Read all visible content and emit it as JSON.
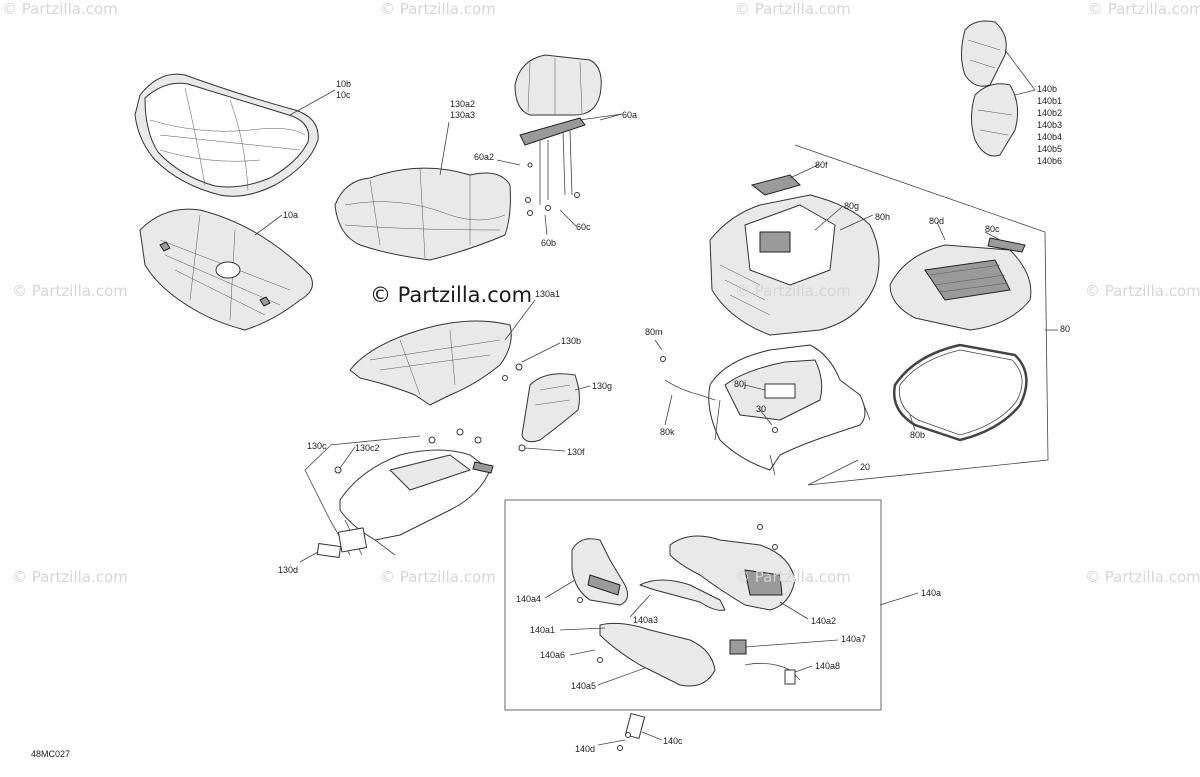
{
  "diagram_code": "48MC027",
  "watermark_main": "© Partzilla.com",
  "watermark_faint": "© Partzilla.com",
  "callouts": {
    "c10b": "10b",
    "c10c": "10c",
    "c10a": "10a",
    "c130a2": "130a2",
    "c130a3": "130a3",
    "c60a": "60a",
    "c60a2": "60a2",
    "c60b": "60b",
    "c60c": "60c",
    "c130a1": "130a1",
    "c130b": "130b",
    "c130g": "130g",
    "c130f": "130f",
    "c130c": "130c",
    "c130c2": "130c2",
    "c130d": "130d",
    "c80f": "80f",
    "c80g": "80g",
    "c80h": "80h",
    "c80d": "80d",
    "c80c": "80c",
    "c80": "80",
    "c80m": "80m",
    "c80j": "80j",
    "c80k": "80k",
    "c30": "30",
    "c80b": "80b",
    "c20": "20",
    "c140b": "140b",
    "c140b1": "140b1",
    "c140b2": "140b2",
    "c140b3": "140b3",
    "c140b4": "140b4",
    "c140b5": "140b5",
    "c140b6": "140b6",
    "c140a": "140a",
    "c140a4": "140a4",
    "c140a3": "140a3",
    "c140a2": "140a2",
    "c140a1": "140a1",
    "c140a7": "140a7",
    "c140a6": "140a6",
    "c140a8": "140a8",
    "c140a5": "140a5",
    "c140d": "140d",
    "c140c": "140c"
  }
}
